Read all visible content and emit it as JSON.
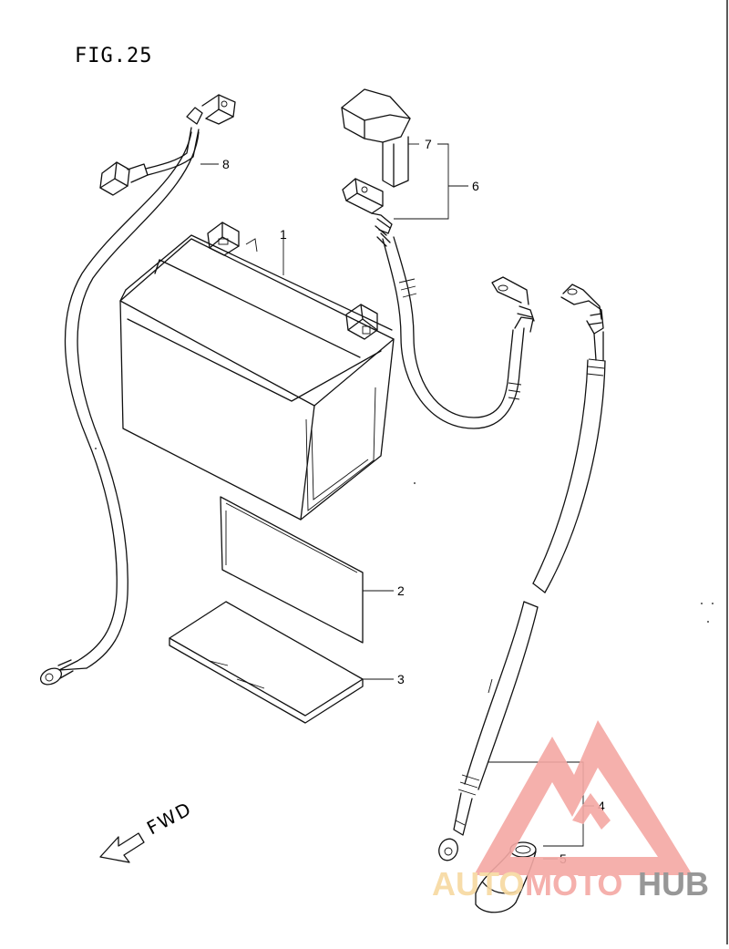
{
  "figure": {
    "title": "FIG.25",
    "direction_label": "FWD"
  },
  "callouts": [
    {
      "id": "1",
      "label": "1"
    },
    {
      "id": "2",
      "label": "2"
    },
    {
      "id": "3",
      "label": "3"
    },
    {
      "id": "4",
      "label": "4"
    },
    {
      "id": "5",
      "label": "5"
    },
    {
      "id": "6",
      "label": "6"
    },
    {
      "id": "7",
      "label": "7"
    },
    {
      "id": "8",
      "label": "8"
    }
  ],
  "watermark": {
    "part1": "AUTO",
    "part2": "MOTO",
    "part3": "HUB",
    "colors": {
      "triangle": "#f4a8a4",
      "auto": "#f7d9a0",
      "moto": "#f4a8a4",
      "hub": "#8c8c8c"
    }
  },
  "icons": {
    "fwd_arrow": "arrow-left-down-outline"
  }
}
